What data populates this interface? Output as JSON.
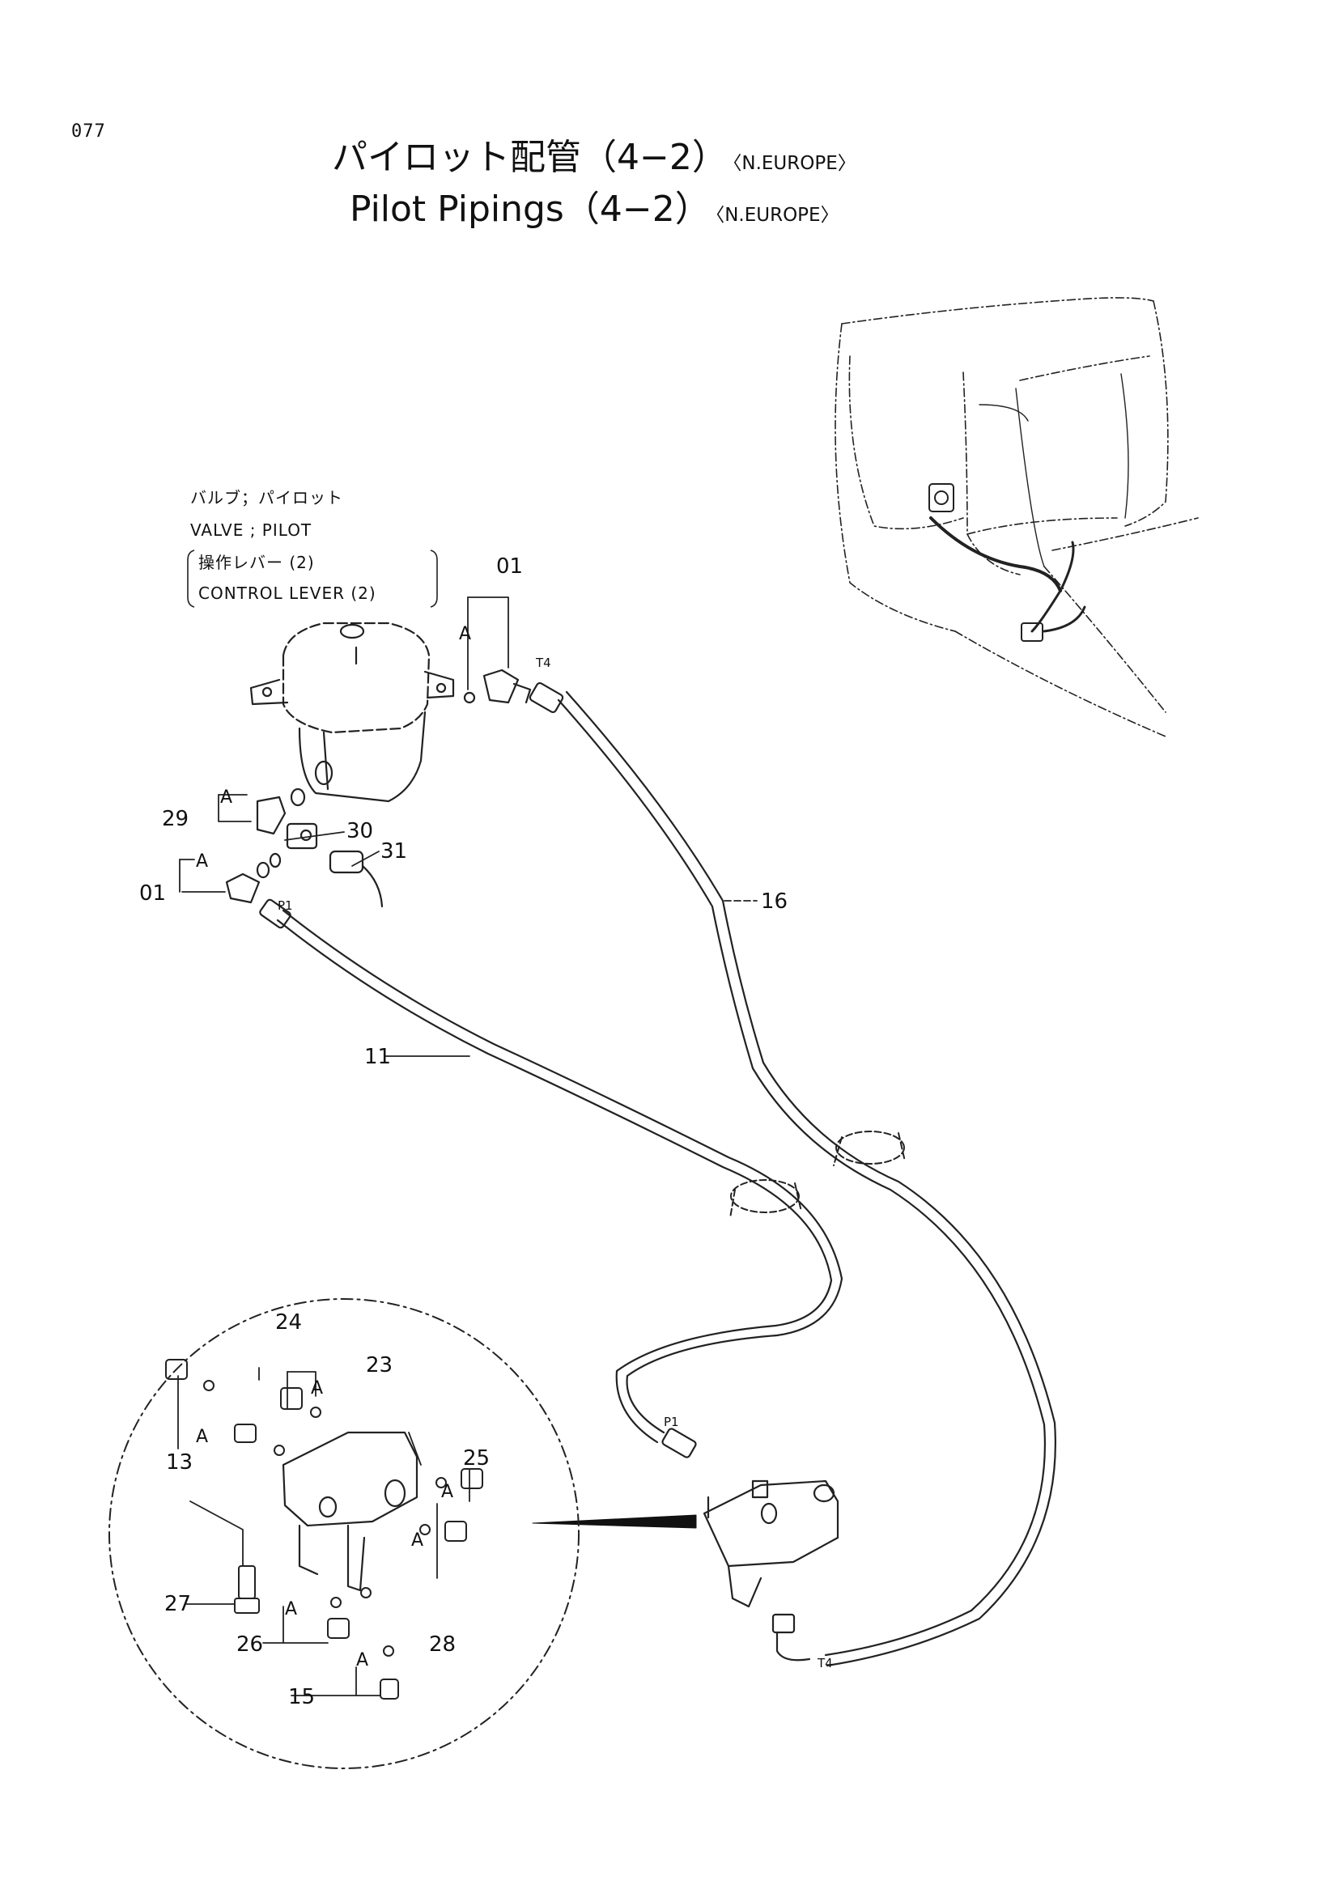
{
  "page_number": "077",
  "title": {
    "jp": "パイロット配管（4−2）",
    "en": "Pilot Pipings（4−2）",
    "region_tag": "〈N.EUROPE〉"
  },
  "notes": {
    "valve_jp": "バルブ；パイロット",
    "valve_en": "VALVE ; PILOT",
    "lever_jp": "操作レバー (2)",
    "lever_en": "CONTROL  LEVER (2)"
  },
  "callouts": {
    "c01_top": "01",
    "c01_left": "01",
    "c11": "11",
    "c13": "13",
    "c15": "15",
    "c16": "16",
    "c23": "23",
    "c24": "24",
    "c25": "25",
    "c26": "26",
    "c27": "27",
    "c28": "28",
    "c29": "29",
    "c30": "30",
    "c31": "31"
  },
  "markers": {
    "a": "A"
  },
  "ports": {
    "t4": "T4",
    "p1": "P1"
  }
}
